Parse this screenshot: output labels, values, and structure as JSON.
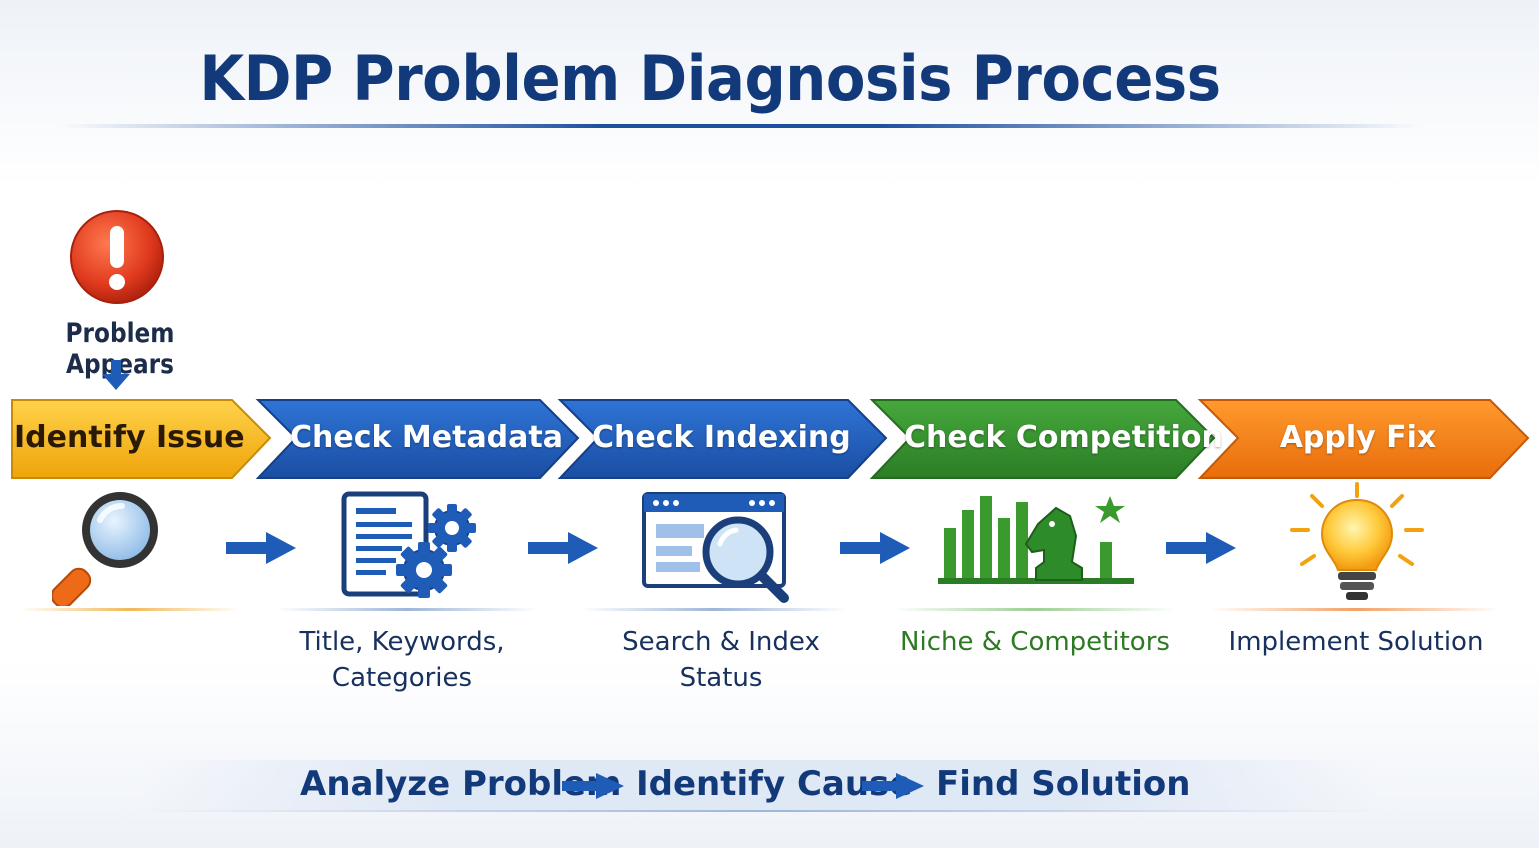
{
  "title": "KDP Problem Diagnosis Process",
  "start": {
    "label": "Problem Appears",
    "icon": "exclamation-alert-icon",
    "color": "#e03a1e"
  },
  "steps": [
    {
      "label": "Identify Issue",
      "caption": "",
      "icon": "magnifying-glass-icon",
      "color": "#f2b10f"
    },
    {
      "label": "Check Metadata",
      "caption_lines": [
        "Title, Keywords,",
        "Categories"
      ],
      "icon": "document-gears-icon",
      "color": "#1f5cb8"
    },
    {
      "label": "Check Indexing",
      "caption": "Search & Index Status",
      "icon": "browser-search-icon",
      "color": "#1f5cb8"
    },
    {
      "label": "Check Competition",
      "caption": "Niche & Competitors",
      "icon": "bar-chart-chess-knight-icon",
      "color": "#2e8b2a"
    },
    {
      "label": "Apply Fix",
      "caption": "Implement Solution",
      "icon": "lightbulb-icon",
      "color": "#ef7d12"
    }
  ],
  "summary": [
    "Analyze Problem",
    "Identify Cause",
    "Find Solution"
  ],
  "colors": {
    "navy": "#123a7a",
    "arrow": "#1f5cb8"
  }
}
